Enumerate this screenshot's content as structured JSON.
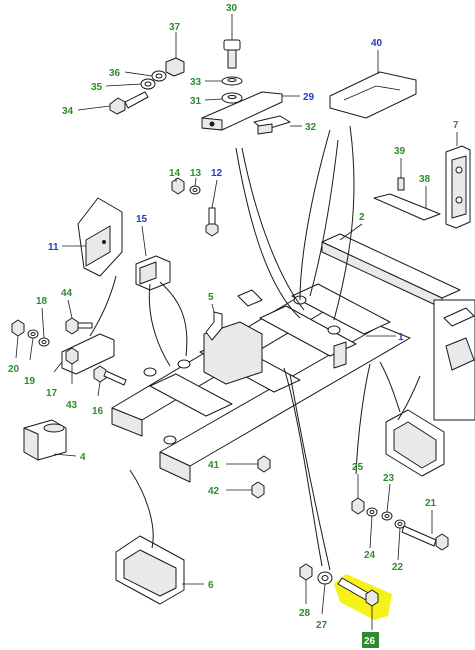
{
  "diagram": {
    "colors": {
      "label_green": "#2e8b2e",
      "label_blue": "#1f3fbf",
      "highlight": "#f4f000",
      "selected_label_bg": "#2e8b2e"
    },
    "callouts": {
      "n1": "1",
      "n2": "2",
      "n4": "4",
      "n5": "5",
      "n6": "6",
      "n7": "7",
      "n11": "11",
      "n12": "12",
      "n13": "13",
      "n14": "14",
      "n15": "15",
      "n16": "16",
      "n17": "17",
      "n18": "18",
      "n19": "19",
      "n20": "20",
      "n21": "21",
      "n22": "22",
      "n23": "23",
      "n24": "24",
      "n25": "25",
      "n26": "26",
      "n27": "27",
      "n28": "28",
      "n29": "29",
      "n30": "30",
      "n31": "31",
      "n32": "32",
      "n33": "33",
      "n34": "34",
      "n35": "35",
      "n36": "36",
      "n37": "37",
      "n38": "38",
      "n39": "39",
      "n40": "40",
      "n41": "41",
      "n42": "42",
      "n43": "43",
      "n44": "44"
    },
    "selected_part": "26"
  }
}
